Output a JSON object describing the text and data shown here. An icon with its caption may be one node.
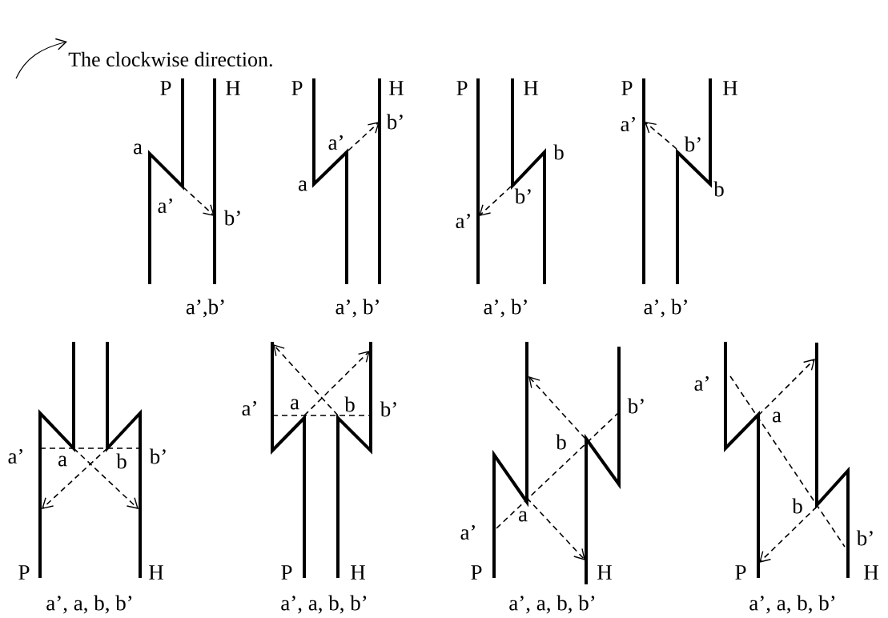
{
  "diagram": {
    "title": "The clockwise direction.",
    "labels": [
      "P",
      "H",
      "a",
      "a’",
      "b’",
      "a’,b’",
      "P",
      "H",
      "b’",
      "a’",
      "a",
      "a’, b’",
      "P",
      "H",
      "b",
      "b’",
      "a’",
      "a’, b’",
      "P",
      "H",
      "a’",
      "b’",
      "b",
      "a’, b’",
      "a’",
      "a",
      "b",
      "b’",
      "P",
      "H",
      "a’, a, b, b’",
      "a’",
      "a",
      "b",
      "b’",
      "P",
      "H",
      "a’, a, b, b’",
      "b’",
      "b",
      "a",
      "a’",
      "P",
      "H",
      "a’, a, b, b’",
      "a’",
      "a",
      "b",
      "b’",
      "P",
      "H",
      "a’, a, b, b’"
    ]
  }
}
